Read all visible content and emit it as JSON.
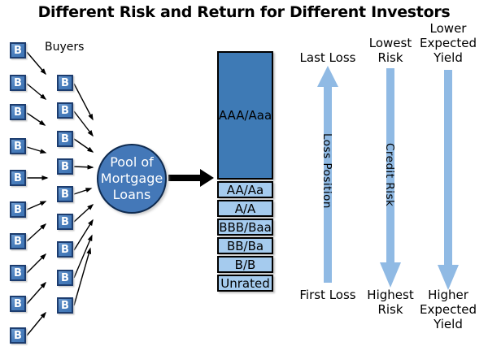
{
  "title": "Different Risk and Return for Different Investors",
  "buyers": {
    "label": "Buyers",
    "box_label": "B"
  },
  "pool": {
    "lines": [
      "Pool of",
      "Mortgage",
      "Loans"
    ]
  },
  "tranches": [
    "AAA/Aaa",
    "AA/Aa",
    "A/A",
    "BBB/Baa",
    "BB/Ba",
    "B/B",
    "Unrated"
  ],
  "axes": {
    "loss": {
      "top": "Last Loss",
      "along": "Loss Position",
      "bottom": "First Loss",
      "direction": "up"
    },
    "risk": {
      "top": "Lowest\nRisk",
      "along": "Credit Risk",
      "bottom": "Highest\nRisk",
      "direction": "down"
    },
    "yield": {
      "top": "Lower\nExpected\nYield",
      "bottom": "Higher\nExpected\nYield",
      "direction": "down"
    }
  },
  "colors": {
    "senior_tranche": "#3e7ab5",
    "junior_tranche": "#a5cbee",
    "pool_circle": "#4478b8",
    "buyer_box": "#4a7ebc",
    "flow_arrow": "#90bae4",
    "connector": "#000000"
  }
}
